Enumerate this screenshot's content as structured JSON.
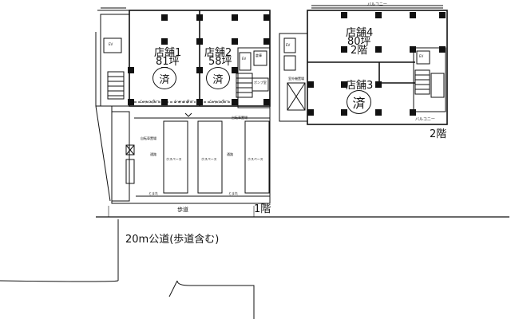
{
  "floor1": {
    "floor_label": "1階",
    "store1": {
      "name": "店舗1",
      "area": "81坪",
      "status": "済"
    },
    "store2": {
      "name": "店舗2",
      "area": "58坪",
      "status": "済"
    },
    "shutter_label": "シャッター",
    "pump_room": "ポンプ室",
    "storage": "倉庫",
    "ev": "EV",
    "bicycle_parking": "自転車置場",
    "passage": "通路",
    "parking_space": "ホスペース",
    "stop_line": "とまれ"
  },
  "floor2": {
    "floor_label": "2階",
    "store4": {
      "name": "店舗4",
      "area": "80坪",
      "floor": "2階"
    },
    "store3": {
      "name": "店舗3",
      "status": "済"
    },
    "balcony": "バルコニー",
    "outdoor_unit": "室外機置場",
    "ev": "EV"
  },
  "street": {
    "sidewalk": "歩道",
    "road": "20m公道(歩道含む)"
  }
}
